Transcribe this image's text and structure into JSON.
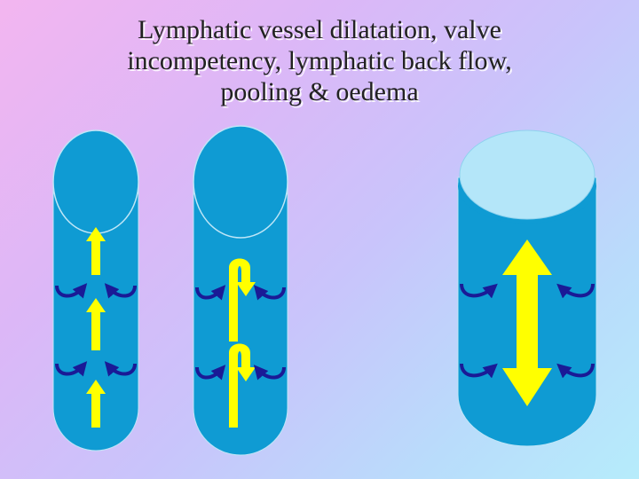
{
  "slide": {
    "title_lines": [
      "Lymphatic vessel dilatation, valve",
      "incompetency, lymphatic back flow,",
      "pooling & oedema"
    ]
  },
  "colors": {
    "vessel_fill": "#0f9bd3",
    "vessel_stroke": "#bfe6f7",
    "pooled_fluid": "#b4e6f9",
    "flow_arrow": "#ffff00",
    "valve_arrow": "#1a1a96"
  },
  "icons": {
    "forward_flow": "up-arrow-icon",
    "back_flow": "hook-arrow-icon",
    "pooling": "double-headed-arrow-icon",
    "valve": "curved-arrow-icon"
  }
}
